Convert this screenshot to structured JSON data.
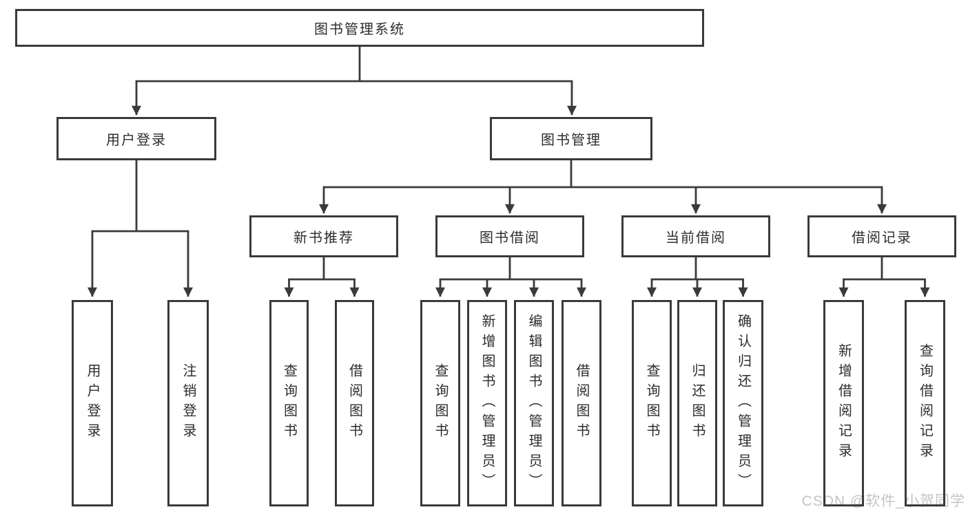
{
  "diagram": {
    "tree": {
      "label": "图书管理系统",
      "children": [
        {
          "label": "用户登录",
          "children": [
            {
              "label": "用户登录"
            },
            {
              "label": "注销登录"
            }
          ]
        },
        {
          "label": "图书管理",
          "children": [
            {
              "label": "新书推荐",
              "children": [
                {
                  "label": "查询图书"
                },
                {
                  "label": "借阅图书"
                }
              ]
            },
            {
              "label": "图书借阅",
              "children": [
                {
                  "label": "查询图书"
                },
                {
                  "label": "新增图书（管理员）"
                },
                {
                  "label": "编辑图书（管理员）"
                },
                {
                  "label": "借阅图书"
                }
              ]
            },
            {
              "label": "当前借阅",
              "children": [
                {
                  "label": "查询图书"
                },
                {
                  "label": "归还图书"
                },
                {
                  "label": "确认归还（管理员）"
                }
              ]
            },
            {
              "label": "借阅记录",
              "children": [
                {
                  "label": "新增借阅记录"
                },
                {
                  "label": "查询借阅记录"
                }
              ]
            }
          ]
        }
      ]
    }
  },
  "watermark": {
    "text": "CSDN @软件_小贺同学"
  },
  "colors": {
    "line": "#3a3a3a",
    "text": "#2d2d2d",
    "watermark": "#c4c4c6",
    "background": "#ffffff"
  }
}
